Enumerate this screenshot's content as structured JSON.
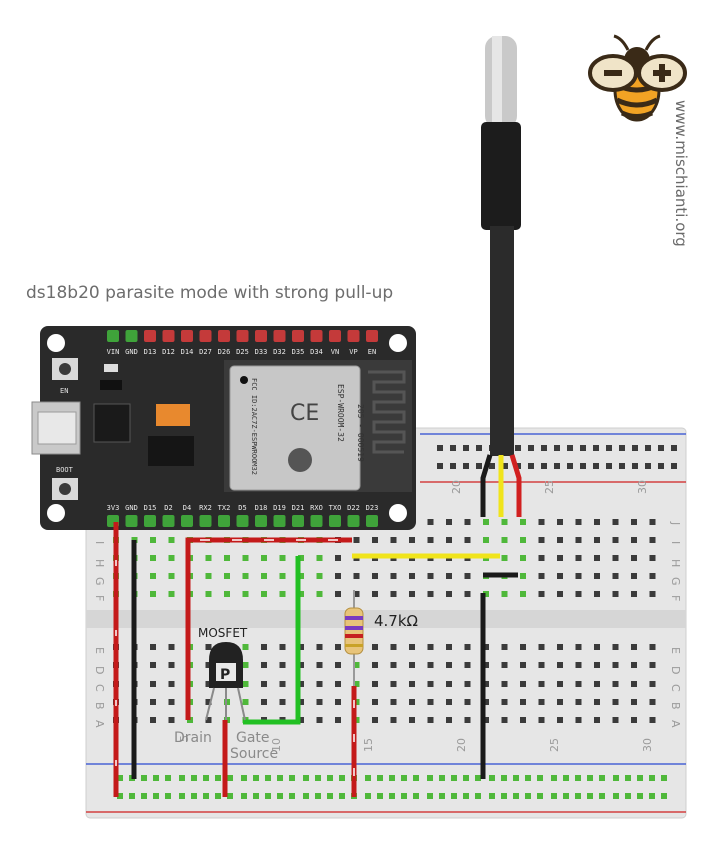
{
  "diagram": {
    "title": "ds18b20 parasite mode with strong pull-up",
    "website": "www.mischianti.org",
    "resistor_label": "4.7kΩ",
    "mosfet": {
      "label": "MOSFET",
      "package_letter": "P",
      "pin_drain": "Drain",
      "pin_gate": "Gate",
      "pin_source": "Source"
    },
    "board": {
      "top_pins": [
        "VIN",
        "GND",
        "D13",
        "D12",
        "D14",
        "D27",
        "D26",
        "D25",
        "D33",
        "D32",
        "D35",
        "D34",
        "VN",
        "VP",
        "EN"
      ],
      "bottom_pins": [
        "3V3",
        "GND",
        "D15",
        "D2",
        "D4",
        "RX2",
        "TX2",
        "D5",
        "D18",
        "D19",
        "D21",
        "RXO",
        "TXO",
        "D22",
        "D23"
      ],
      "button_en": "EN",
      "button_boot": "BOOT",
      "module_text": "ESP-WROOM-32",
      "module_code": "205 - 000519",
      "module_fcc": "FCC ID:2AC7Z-ESPWROOM32"
    },
    "breadboard": {
      "column_numbers": [
        "5",
        "10",
        "15",
        "20",
        "25",
        "30"
      ],
      "row_letters_top": [
        "F",
        "G",
        "H",
        "I",
        "J"
      ],
      "row_letters_bottom": [
        "A",
        "B",
        "C",
        "D",
        "E"
      ]
    },
    "colors": {
      "wire_red": "#c41a1a",
      "wire_black": "#1a1a1a",
      "wire_green": "#22c023",
      "wire_yellow": "#f0e41b",
      "board": "#2a2a2a",
      "breadboard": "#e6e6e6"
    }
  }
}
